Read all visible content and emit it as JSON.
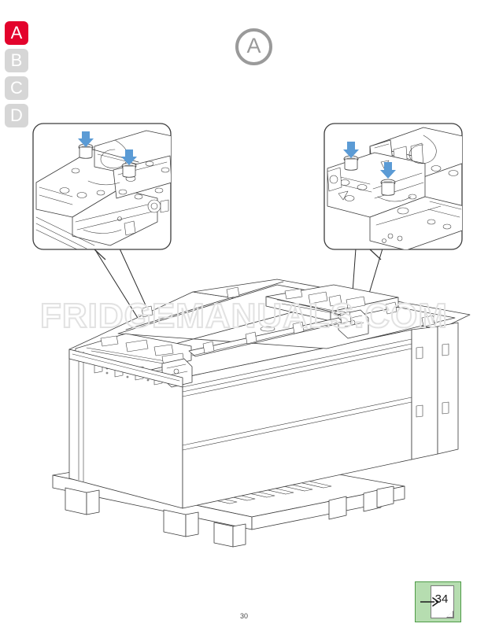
{
  "document": {
    "page_number": "30",
    "watermark": "FRIDGEMANUALS.COM"
  },
  "section_tabs": {
    "items": [
      {
        "label": "A",
        "state": "active"
      },
      {
        "label": "B",
        "state": "inactive"
      },
      {
        "label": "C",
        "state": "inactive"
      },
      {
        "label": "D",
        "state": "inactive"
      }
    ],
    "active_color": "#e3032c",
    "inactive_color": "#d6d6d6"
  },
  "section_marker": {
    "label": "A",
    "color": "#9a9a9a"
  },
  "illustration": {
    "title": "Appliance top frame on shipping pallet",
    "line_color": "#3c3c3c",
    "arrow_color": "#5b9bd5",
    "callouts": [
      {
        "id": "detail-left",
        "name": "left-detail-callout",
        "description": "Close-up of left top-rail bracket with two fixing screws",
        "arrow_count": 2
      },
      {
        "id": "detail-right",
        "name": "right-detail-callout",
        "description": "Close-up of right top-rail bracket with two fixing screws",
        "arrow_count": 2
      }
    ]
  },
  "next_reference": {
    "page": "34",
    "icon": "document-with-arrow",
    "background_color": "#b6ddb0",
    "border_color": "#4e9b46"
  }
}
